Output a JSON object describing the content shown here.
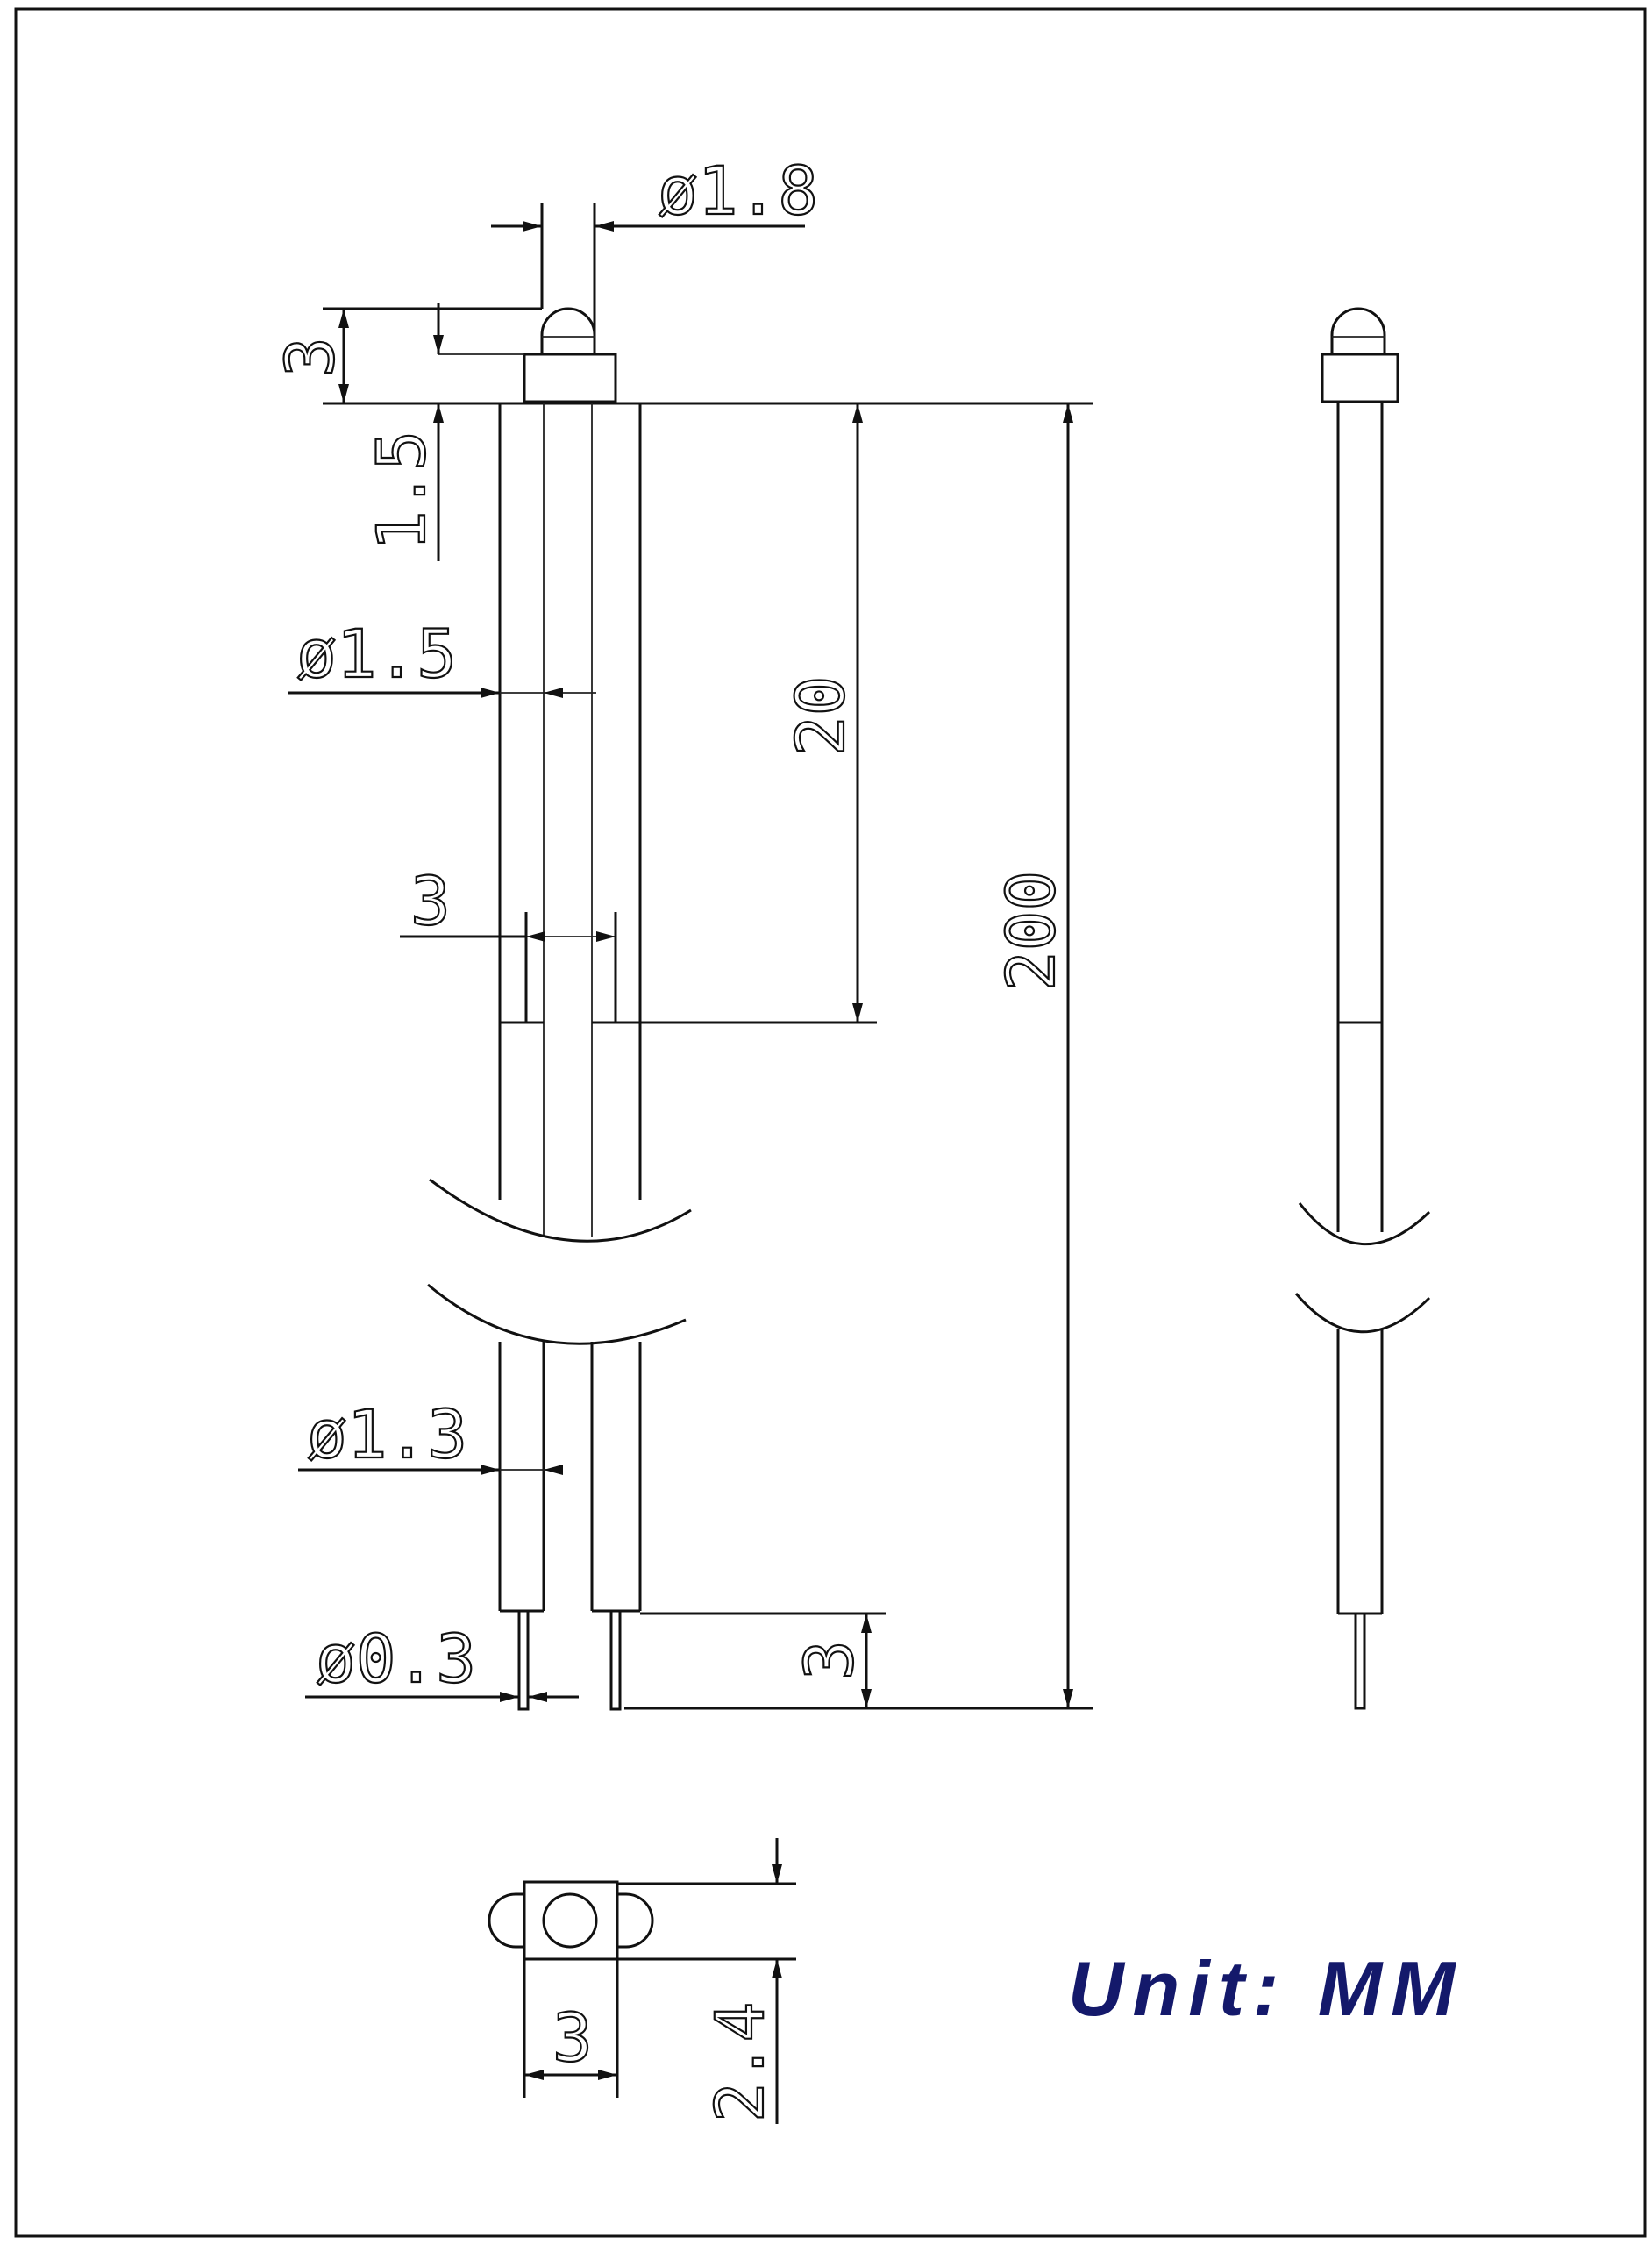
{
  "dimensions": {
    "head_diameter": "ø1.8",
    "head_height": "3",
    "head_offset": "1.5",
    "tube_diameter": "ø1.5",
    "lead_spacing": "3",
    "tube_length": "20",
    "overall_length": "200",
    "wire_diameter": "ø1.3",
    "pin_diameter": "ø0.3",
    "pin_length": "3",
    "base_width": "3",
    "base_depth": "2.4"
  },
  "unit_label": "Unit: MM",
  "colors": {
    "line": "#111111",
    "unit_text": "#14196b",
    "background": "#ffffff"
  }
}
